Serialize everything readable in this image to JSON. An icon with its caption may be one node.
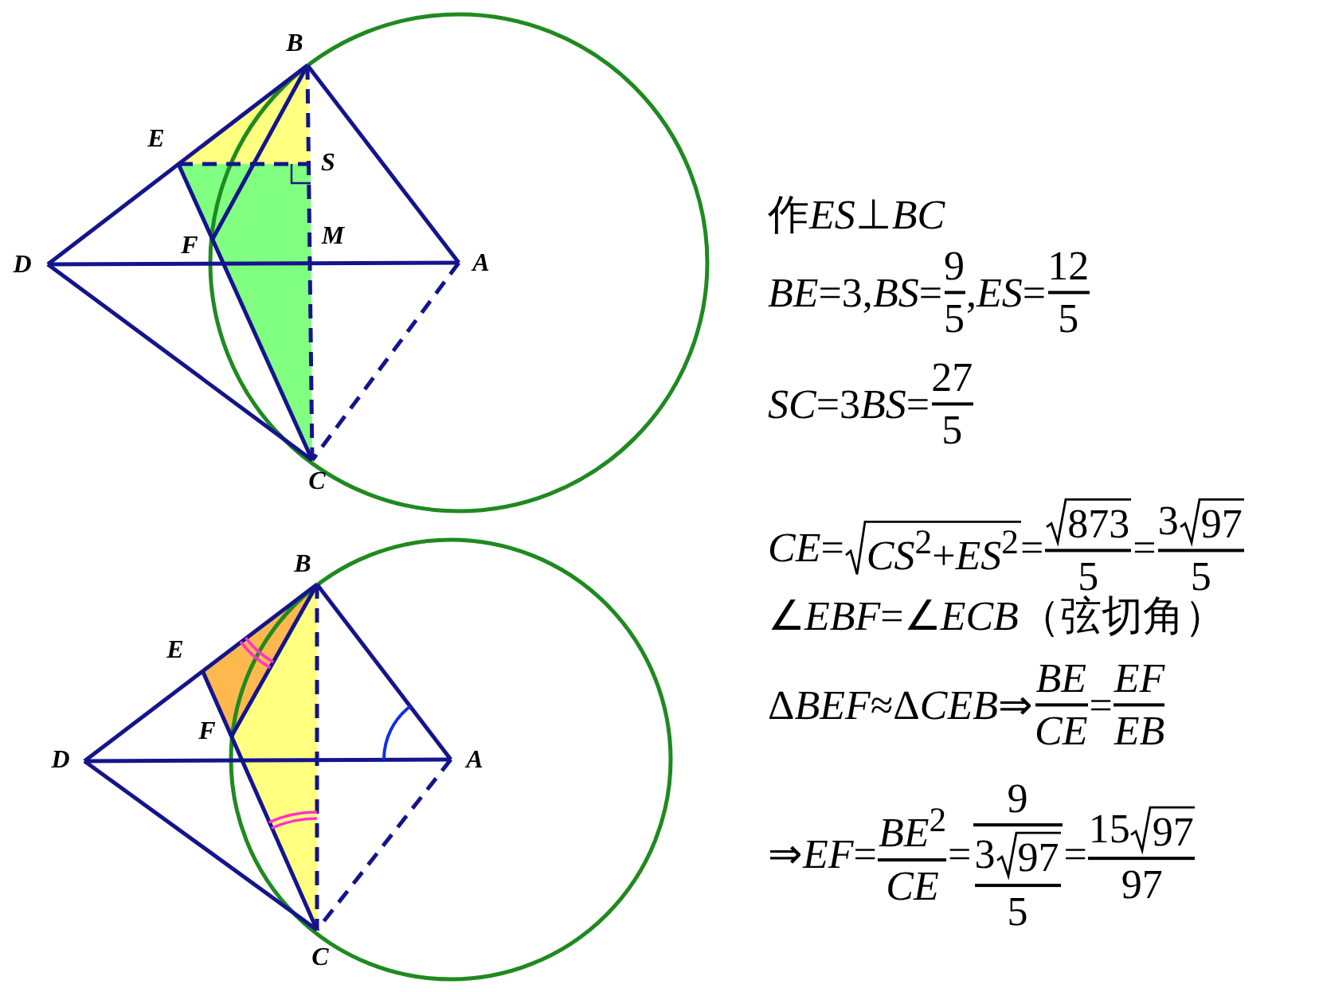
{
  "diagram": {
    "labels": [
      "B",
      "E",
      "S",
      "D",
      "F",
      "M",
      "A",
      "C",
      "B",
      "E",
      "D",
      "F",
      "A",
      "C",
      "作",
      "*ES*⊥*BC*",
      "*BE*=3,*BS*=",
      "9",
      "5",
      ",*ES*=",
      "12",
      "5",
      "*SC*=3",
      "*BS*=",
      "27",
      "5",
      "*CE*=",
      "*CS*$^{2}$+*ES*$^{2}$",
      "=",
      "873",
      "5",
      "=",
      "3",
      "97",
      "5",
      "∠*EBF*=∠*ECB*（弦切角）",
      "Δ",
      "*BEF*≈",
      "Δ",
      "*CEB*⇒",
      "BE",
      "CE",
      "=",
      "EF",
      "EB",
      "⇒*EF*=",
      "*BE*$^{2}$",
      "CE",
      "=",
      "9",
      "3",
      "97",
      "5",
      "=",
      "15",
      "97",
      "97"
    ]
  }
}
